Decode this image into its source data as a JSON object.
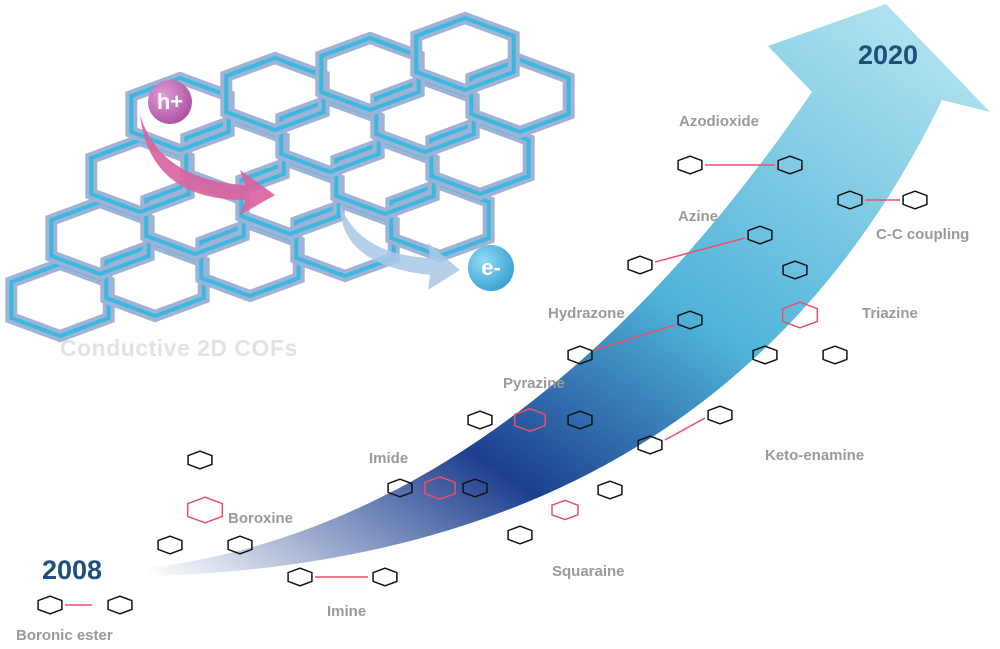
{
  "title": "Conductive 2D COFs",
  "carriers": {
    "hole": "h+",
    "electron": "e-"
  },
  "timeline": {
    "start_year": "2008",
    "end_year": "2020"
  },
  "linkages": [
    {
      "id": "boronic-ester",
      "label": "Boronic ester"
    },
    {
      "id": "boroxine",
      "label": "Boroxine"
    },
    {
      "id": "imine",
      "label": "Imine"
    },
    {
      "id": "imide",
      "label": "Imide"
    },
    {
      "id": "squaraine",
      "label": "Squaraine"
    },
    {
      "id": "pyrazine",
      "label": "Pyrazine"
    },
    {
      "id": "keto-enamine",
      "label": "Keto-enamine"
    },
    {
      "id": "hydrazone",
      "label": "Hydrazone"
    },
    {
      "id": "triazine",
      "label": "Triazine"
    },
    {
      "id": "azine",
      "label": "Azine"
    },
    {
      "id": "c-c-coupling",
      "label": "C-C coupling"
    },
    {
      "id": "azodioxide",
      "label": "Azodioxide"
    }
  ],
  "colors": {
    "arrow_light": "#bfe9f2",
    "arrow_mid": "#4fb3d9",
    "arrow_dark": "#1d3f8f",
    "linkage_highlight": "#e8506a",
    "framework": "#9fb3d6",
    "hole": "#b455a8",
    "electron": "#2aa6d6",
    "year": "#1f4f7a"
  }
}
